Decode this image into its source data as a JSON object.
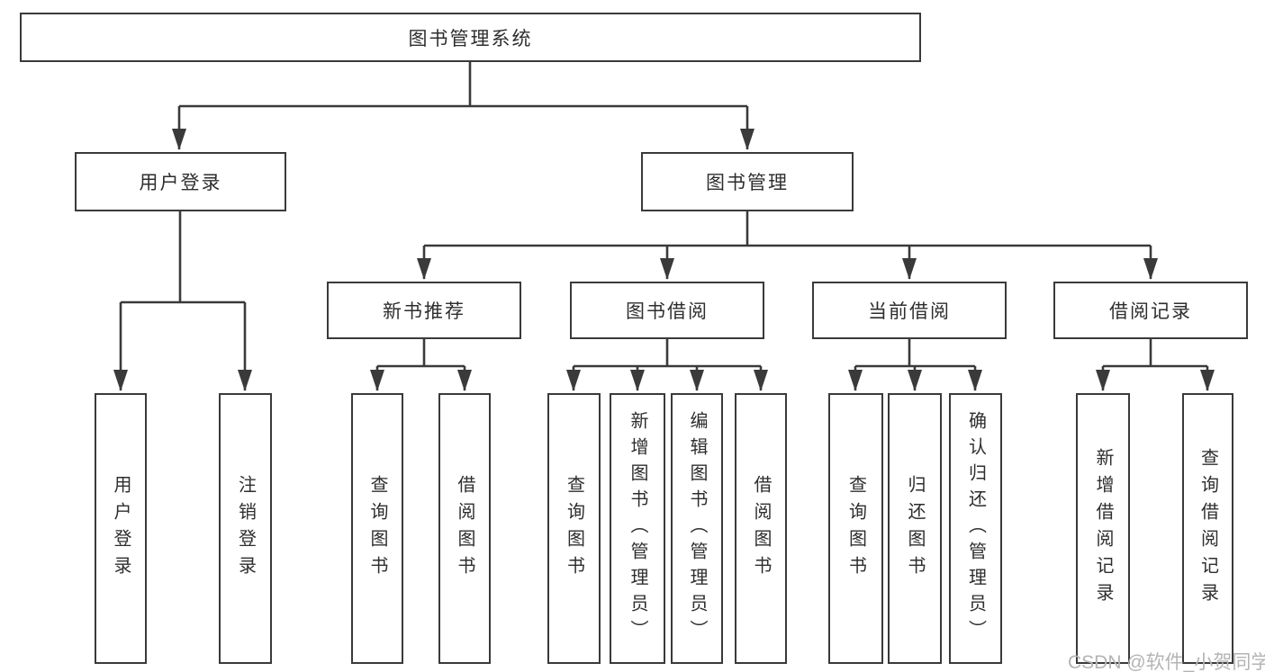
{
  "colors": {
    "line": "#3a3a3a",
    "text": "#2e2e2e",
    "watermark": "#b4b4b4",
    "background": "#ffffff"
  },
  "tree": {
    "root": {
      "label": "图书管理系统"
    },
    "branches": [
      {
        "label": "用户登录",
        "children": [
          {
            "label": "用户登录"
          },
          {
            "label": "注销登录"
          }
        ]
      },
      {
        "label": "图书管理",
        "children": [
          {
            "label": "新书推荐",
            "children": [
              {
                "label": "查询图书"
              },
              {
                "label": "借阅图书"
              }
            ]
          },
          {
            "label": "图书借阅",
            "children": [
              {
                "label": "查询图书"
              },
              {
                "label": "新增图书（管理员）"
              },
              {
                "label": "编辑图书（管理员）"
              },
              {
                "label": "借阅图书"
              }
            ]
          },
          {
            "label": "当前借阅",
            "children": [
              {
                "label": "查询图书"
              },
              {
                "label": "归还图书"
              },
              {
                "label": "确认归还（管理员）"
              }
            ]
          },
          {
            "label": "借阅记录",
            "children": [
              {
                "label": "新增借阅记录"
              },
              {
                "label": "查询借阅记录"
              }
            ]
          }
        ]
      }
    ]
  },
  "watermark": "CSDN @软件_小贺同学"
}
